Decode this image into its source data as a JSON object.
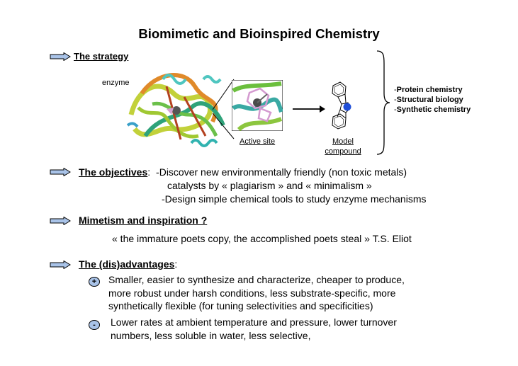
{
  "title": "Biomimetic and Bioinspired Chemistry",
  "strategy": {
    "heading": "The strategy",
    "enzyme_label": "enzyme",
    "active_site_label": "Active site",
    "model_label_line1": "Model",
    "model_label_line2": "compound",
    "fields": [
      {
        "dash": "-",
        "text": "Protein chemistry"
      },
      {
        "dash": "-",
        "text": "Structural biology"
      },
      {
        "dash": "-",
        "text": "Synthetic chemistry"
      }
    ]
  },
  "objectives": {
    "heading": "The objectives",
    "colon": ":",
    "line1": "-Discover new environmentally friendly (non toxic metals)",
    "line2": "catalysts by « plagiarism » and « minimalism »",
    "line3": "-Design simple chemical tools to study enzyme mechanisms"
  },
  "mimetism": {
    "heading": "Mimetism and inspiration ?",
    "quote": "« the immature poets copy, the accomplished poets steal » T.S. Eliot"
  },
  "disadvantages": {
    "heading": "The (dis)advantages",
    "colon": ":",
    "plus_symbol": "+",
    "minus_symbol": "-",
    "plus_lines": [
      "Smaller, easier to synthesize and characterize, cheaper to produce,",
      "more robust under harsh conditions, less substrate-specific, more",
      "synthetically flexible (for tuning selectivities and specificities)"
    ],
    "minus_lines": [
      "Lower rates at ambient temperature and pressure, lower turnover",
      "numbers, less soluble in water, less selective,"
    ]
  },
  "colors": {
    "arrow_fill": "#a9c3e8",
    "metal_center": "#1f4fd8"
  }
}
